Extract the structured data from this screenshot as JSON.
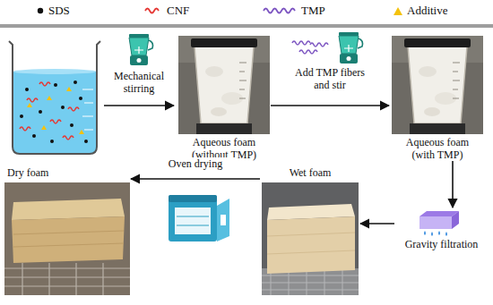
{
  "diagram": {
    "nodes": [
      {
        "text": [
          "Aqueous foam (without TMP)"
        ]
      },
      {
        "text": [
          "Aqueous foam (with TMP)"
        ]
      },
      {
        "text": [
          "Gravity filtration"
        ]
      },
      {
        "text": [
          "Wet foam"
        ]
      },
      {
        "text": [
          "Dry foam"
        ]
      }
    ],
    "edges": [
      {
        "from": 0,
        "to": 1,
        "label": "Add TMP fibers and stir",
        "arrow": "to"
      },
      {
        "from": 1,
        "to": 2,
        "arrow": "to"
      },
      {
        "from": 2,
        "to": 3,
        "arrow": "to"
      },
      {
        "from": 3,
        "to": 4,
        "label": "Oven drying",
        "arrow": "to"
      }
    ],
    "labels": [
      "Mechanical stirring"
    ],
    "legend": [
      {
        "text": "SDS"
      },
      {
        "text": "CNF"
      },
      {
        "text": "TMP"
      },
      {
        "text": "Additive"
      }
    ]
  }
}
